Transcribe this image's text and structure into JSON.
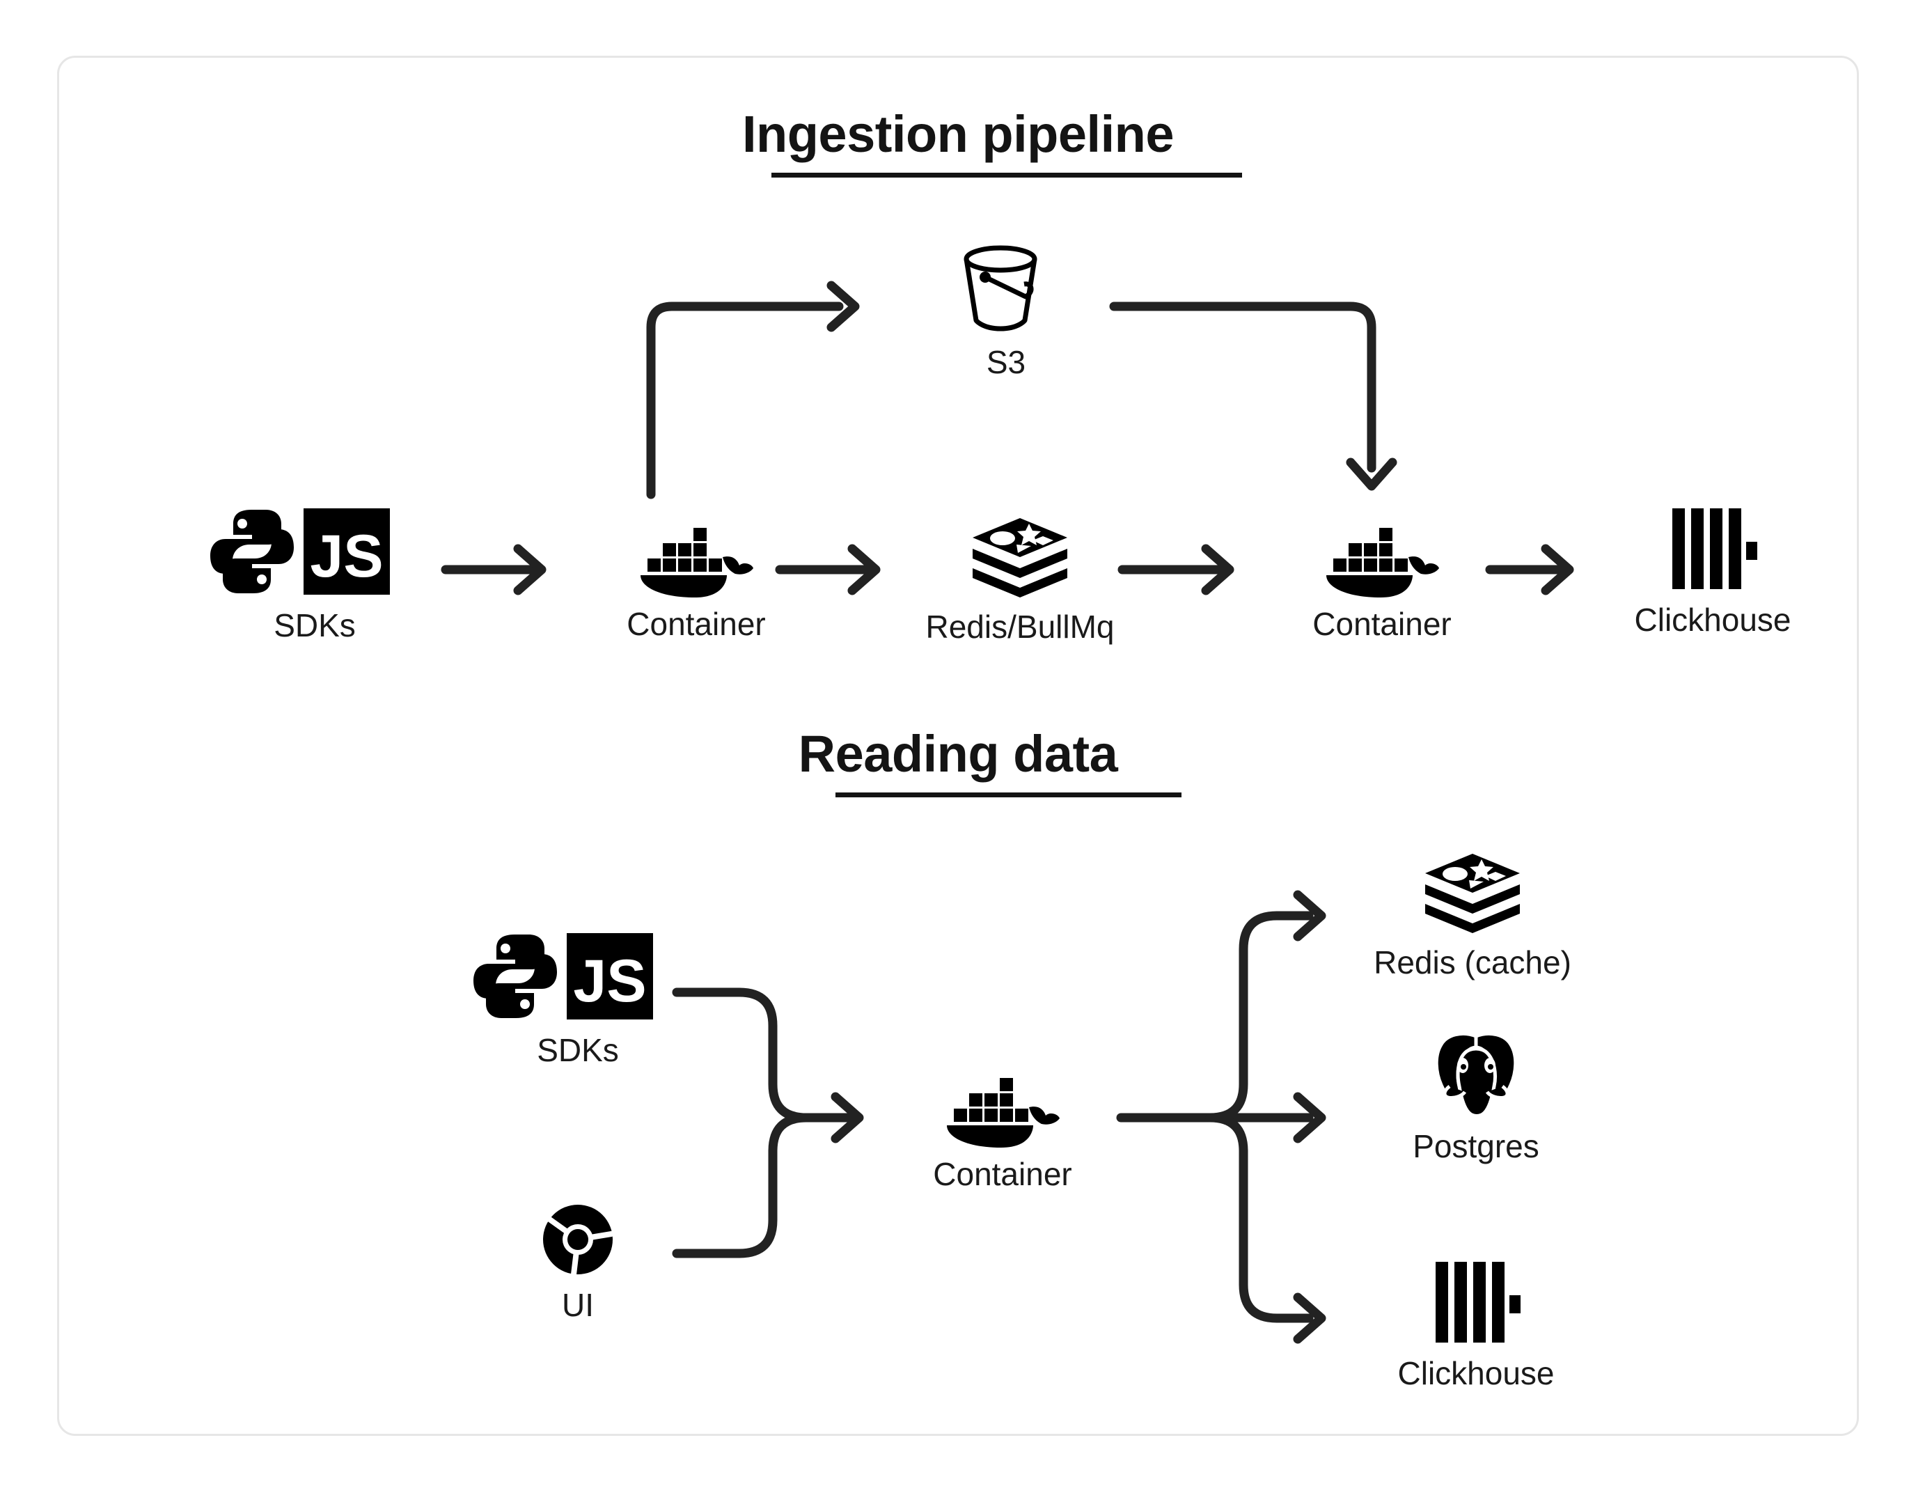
{
  "card": {
    "border_color": "#e6e6e6",
    "background": "#ffffff"
  },
  "colors": {
    "ink": "#141414",
    "stroke": "#222222",
    "label": "#1a1a1a",
    "border": "#e6e6e6"
  },
  "sections": [
    {
      "id": "ingestion",
      "title": "Ingestion pipeline",
      "nodes": [
        {
          "id": "sdks-1",
          "label": "SDKs",
          "icon": "python-js-sdk-icon"
        },
        {
          "id": "container-1",
          "label": "Container",
          "icon": "docker-icon"
        },
        {
          "id": "s3",
          "label": "S3",
          "icon": "s3-bucket-icon"
        },
        {
          "id": "redis-bullmq",
          "label": "Redis/BullMq",
          "icon": "redis-icon"
        },
        {
          "id": "container-2",
          "label": "Container",
          "icon": "docker-icon"
        },
        {
          "id": "clickhouse-1",
          "label": "Clickhouse",
          "icon": "clickhouse-icon"
        }
      ],
      "edges": [
        {
          "from": "sdks-1",
          "to": "container-1",
          "kind": "straight-arrow"
        },
        {
          "from": "container-1",
          "to": "s3",
          "kind": "elbow-up-right-arrow"
        },
        {
          "from": "container-1",
          "to": "redis-bullmq",
          "kind": "straight-arrow"
        },
        {
          "from": "s3",
          "to": "container-2",
          "kind": "elbow-right-down-arrow"
        },
        {
          "from": "redis-bullmq",
          "to": "container-2",
          "kind": "straight-arrow"
        },
        {
          "from": "container-2",
          "to": "clickhouse-1",
          "kind": "straight-arrow"
        }
      ]
    },
    {
      "id": "reading",
      "title": "Reading data",
      "nodes": [
        {
          "id": "sdks-2",
          "label": "SDKs",
          "icon": "python-js-sdk-icon"
        },
        {
          "id": "ui",
          "label": "UI",
          "icon": "chrome-icon"
        },
        {
          "id": "container-3",
          "label": "Container",
          "icon": "docker-icon"
        },
        {
          "id": "redis-cache",
          "label": "Redis (cache)",
          "icon": "redis-icon"
        },
        {
          "id": "postgres",
          "label": "Postgres",
          "icon": "postgres-icon"
        },
        {
          "id": "clickhouse-2",
          "label": "Clickhouse",
          "icon": "clickhouse-icon"
        }
      ],
      "edges": [
        {
          "from": "sdks-2",
          "to": "container-3",
          "kind": "merge-arrow"
        },
        {
          "from": "ui",
          "to": "container-3",
          "kind": "merge-arrow"
        },
        {
          "from": "container-3",
          "to": "redis-cache",
          "kind": "fanout-up-arrow"
        },
        {
          "from": "container-3",
          "to": "postgres",
          "kind": "fanout-straight-arrow"
        },
        {
          "from": "container-3",
          "to": "clickhouse-2",
          "kind": "fanout-down-arrow"
        }
      ]
    }
  ],
  "icons": {
    "js_text": "JS"
  }
}
